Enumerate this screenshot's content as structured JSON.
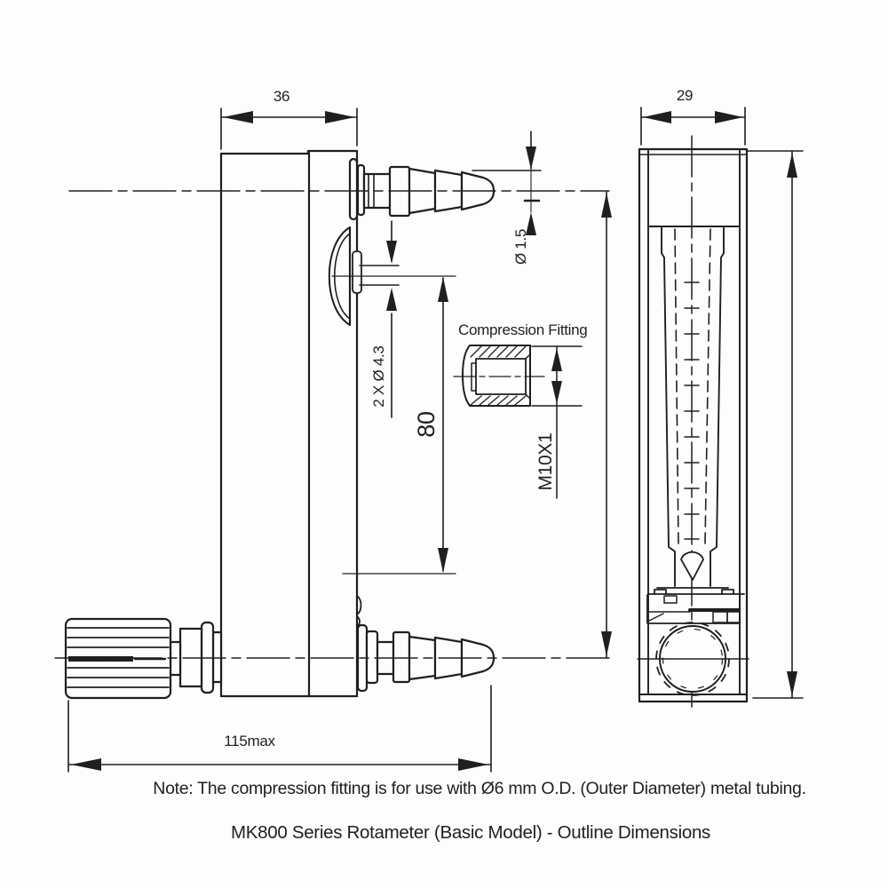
{
  "title": "MK800 Series Rotameter (Basic Model) - Outline Dimensions",
  "note": "Note: The compression fitting is for use with Ø6 mm O.D. (Outer Diameter) metal tubing.",
  "labels": {
    "side_width": "36",
    "front_width": "29",
    "orifice": "Ø 1.5",
    "holes": "2 X Ø 4.3",
    "hole_spacing": "80",
    "overall_length": "115max",
    "fitting_label": "Compression Fitting",
    "thread": "M10X1"
  },
  "colors": {
    "line": "#1f1f1f",
    "background": "#fdfdfd"
  }
}
